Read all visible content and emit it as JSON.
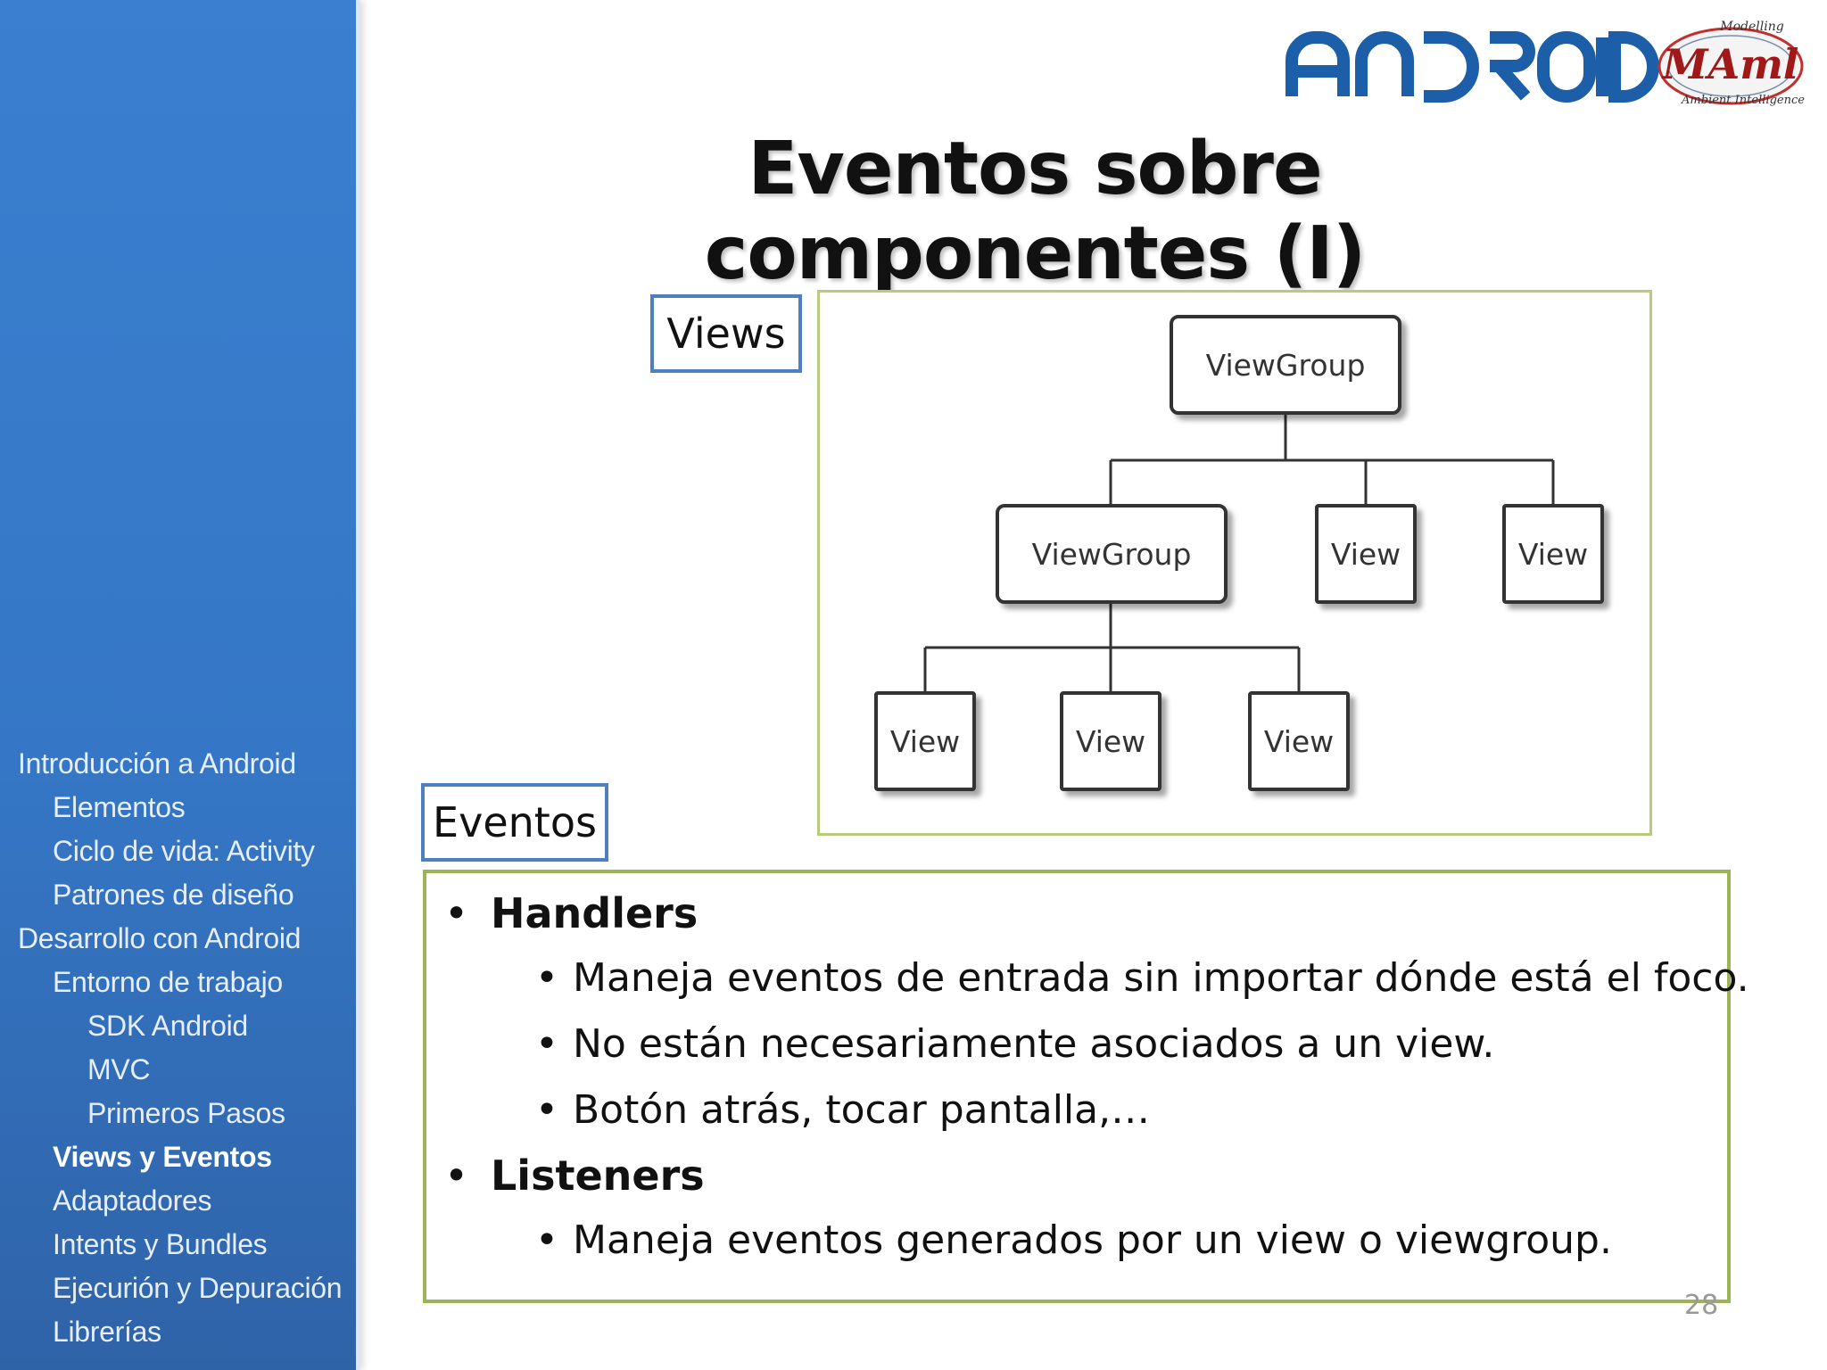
{
  "sidebar": {
    "items": [
      {
        "label": "Introducción a Android",
        "level": 0,
        "active": false
      },
      {
        "label": "Elementos",
        "level": 1,
        "active": false
      },
      {
        "label": "Ciclo de vida: Activity",
        "level": 1,
        "active": false
      },
      {
        "label": "Patrones de diseño",
        "level": 1,
        "active": false
      },
      {
        "label": "Desarrollo con Android",
        "level": 0,
        "active": false
      },
      {
        "label": "Entorno de trabajo",
        "level": 1,
        "active": false
      },
      {
        "label": "SDK Android",
        "level": 2,
        "active": false
      },
      {
        "label": "MVC",
        "level": 2,
        "active": false
      },
      {
        "label": "Primeros Pasos",
        "level": 2,
        "active": false
      },
      {
        "label": "Views y Eventos",
        "level": 1,
        "active": true
      },
      {
        "label": "Adaptadores",
        "level": 1,
        "active": false
      },
      {
        "label": "Intents y Bundles",
        "level": 1,
        "active": false
      },
      {
        "label": "Ejecurión y Depuración",
        "level": 1,
        "active": false
      },
      {
        "label": "Librerías",
        "level": 1,
        "active": false
      }
    ]
  },
  "logo": {
    "android_text": "android",
    "maml_text": "MAml",
    "maml_top_text": "Modelling",
    "maml_bottom_text": "Ambient Intelligence"
  },
  "title": "Eventos sobre componentes (I)",
  "views_label": "Views",
  "eventos_label": "Eventos",
  "diagram": {
    "root": "ViewGroup",
    "level1": [
      "ViewGroup",
      "View",
      "View"
    ],
    "level2": [
      "View",
      "View",
      "View"
    ]
  },
  "content": {
    "handlers_title": "Handlers",
    "handlers_items": [
      "Maneja eventos de entrada sin importar dónde está el foco.",
      "No están necesariamente asociados a un view.",
      "Botón atrás, tocar pantalla,…"
    ],
    "listeners_title": "Listeners",
    "listeners_items": [
      "Maneja eventos generados por un view o viewgroup."
    ]
  },
  "page_number": "28",
  "colors": {
    "sidebar": "#3577c6",
    "accent_blue": "#4f7fc0",
    "accent_green": "#9ab456",
    "android_logo": "#1c5fa8"
  }
}
